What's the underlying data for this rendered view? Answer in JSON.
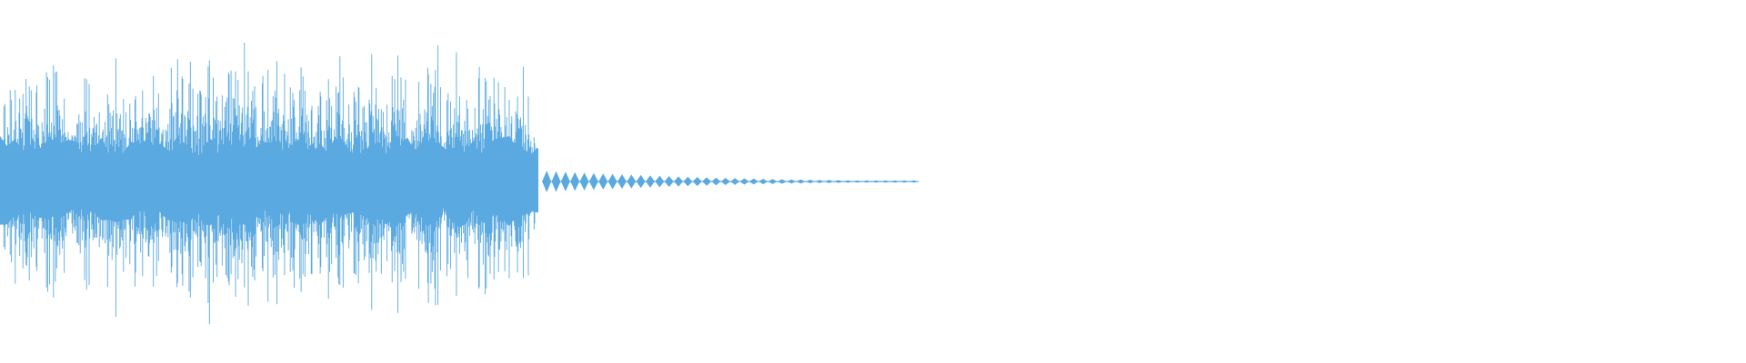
{
  "waveform": {
    "color": "#5aa9e0",
    "background": "#ffffff",
    "loud_section_peaks": [
      0.55,
      0.62,
      0.78,
      0.6,
      0.72,
      0.88,
      0.58,
      0.66,
      0.74,
      0.62,
      0.8,
      0.58,
      0.7,
      0.86,
      0.62,
      0.76,
      0.82,
      0.6,
      0.93,
      0.66,
      0.72,
      0.86,
      0.6,
      0.78,
      0.9,
      0.64,
      0.84,
      0.58,
      0.74,
      0.88,
      0.62,
      0.8,
      0.92,
      0.66,
      0.86,
      0.6,
      0.76,
      0.9,
      0.64,
      0.82,
      0.56,
      0.72,
      0.84,
      0.6,
      0.78,
      0.62,
      0.5
    ],
    "decay_pulse_count": 40
  }
}
